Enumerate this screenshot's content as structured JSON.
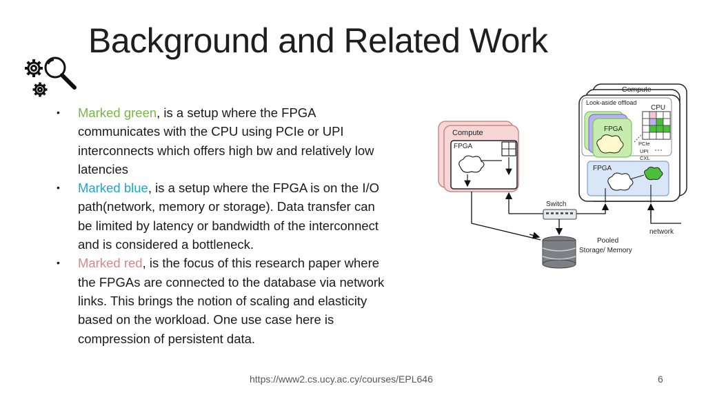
{
  "slide": {
    "title": "Background and Related Work",
    "footer_url": "https://www2.cs.ucy.ac.cy/courses/EPL646",
    "page_number": "6",
    "logo_icon": "gears-magnifier-icon"
  },
  "bullets": [
    {
      "highlight": "Marked green",
      "color": "#7ab648",
      "text": ", is a setup where the FPGA communicates with the CPU using PCIe or UPI interconnects which offers high bw and relatively low latencies"
    },
    {
      "highlight": "Marked blue",
      "color": "#1ea5d6",
      "text": ", is a setup where the FPGA is on the I/O path(network, memory or storage). Data transfer can be limited by latency or bandwidth of the interconnect and is considered a bottleneck."
    },
    {
      "highlight": "Marked red",
      "color": "#d9888a",
      "text": ", is the focus of this research paper where the FPGAs are connected to the database via network links. This brings the notion of scaling and elasticity based on the workload. One use case here is compression of persistent data."
    }
  ],
  "diagram": {
    "left_compute_label": "Compute",
    "left_fpga_label": "FPGA",
    "right_compute_label": "Compute",
    "lookaside_label": "Look-aside offload",
    "cpu_label": "CPU",
    "green_fpga_label": "FPGA",
    "link_pcie": "PCIe",
    "link_upi": "UPI",
    "link_cxl": "CXL",
    "io_fpga_label": "FPGA",
    "switch_label": "Switch",
    "network_label": "network",
    "storage_label_1": "Pooled",
    "storage_label_2": "Storage/ Memory",
    "colors": {
      "red_fill": "#f6d7d6",
      "red_stroke": "#c98a88",
      "green_fill": "#c6ecb0",
      "green_stroke": "#7cc35a",
      "blue_fill": "#d9e6f8",
      "blue_stroke": "#7e9fd0",
      "purple_fill": "#b8b3ee",
      "cloud_yellow": "#fffacd",
      "green_cell": "#4cbf3a"
    }
  }
}
